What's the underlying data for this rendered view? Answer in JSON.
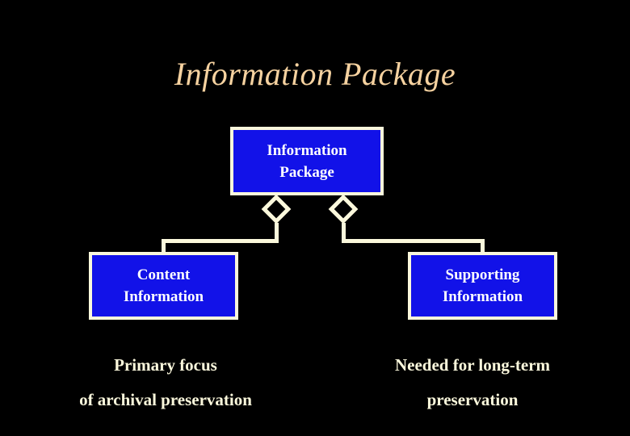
{
  "slide": {
    "background_color": "#000000",
    "title": "Information Package",
    "title_color": "#f6d2a0",
    "accent_line_color": "#fbf8dc",
    "box_fill_color": "#1212e8",
    "box_border_color": "#fbf8dc",
    "box_text_color": "#ffffff",
    "caption_text_color": "#fbf8dc"
  },
  "diagram": {
    "root": {
      "label": "Information\nPackage",
      "line1": "Information",
      "line2": "Package"
    },
    "children": [
      {
        "id": "content-information",
        "label": "Content\nInformation",
        "line1": "Content",
        "line2": "Information",
        "caption_line1": "Primary focus",
        "caption_line2": "of archival preservation"
      },
      {
        "id": "supporting-information",
        "label": "Supporting\nInformation",
        "line1": "Supporting",
        "line2": "Information",
        "caption_line1": "Needed for long-term",
        "caption_line2": "preservation"
      }
    ],
    "connector_markers": [
      {
        "id": "diamond-left",
        "shape": "diamond"
      },
      {
        "id": "diamond-right",
        "shape": "diamond"
      }
    ]
  }
}
